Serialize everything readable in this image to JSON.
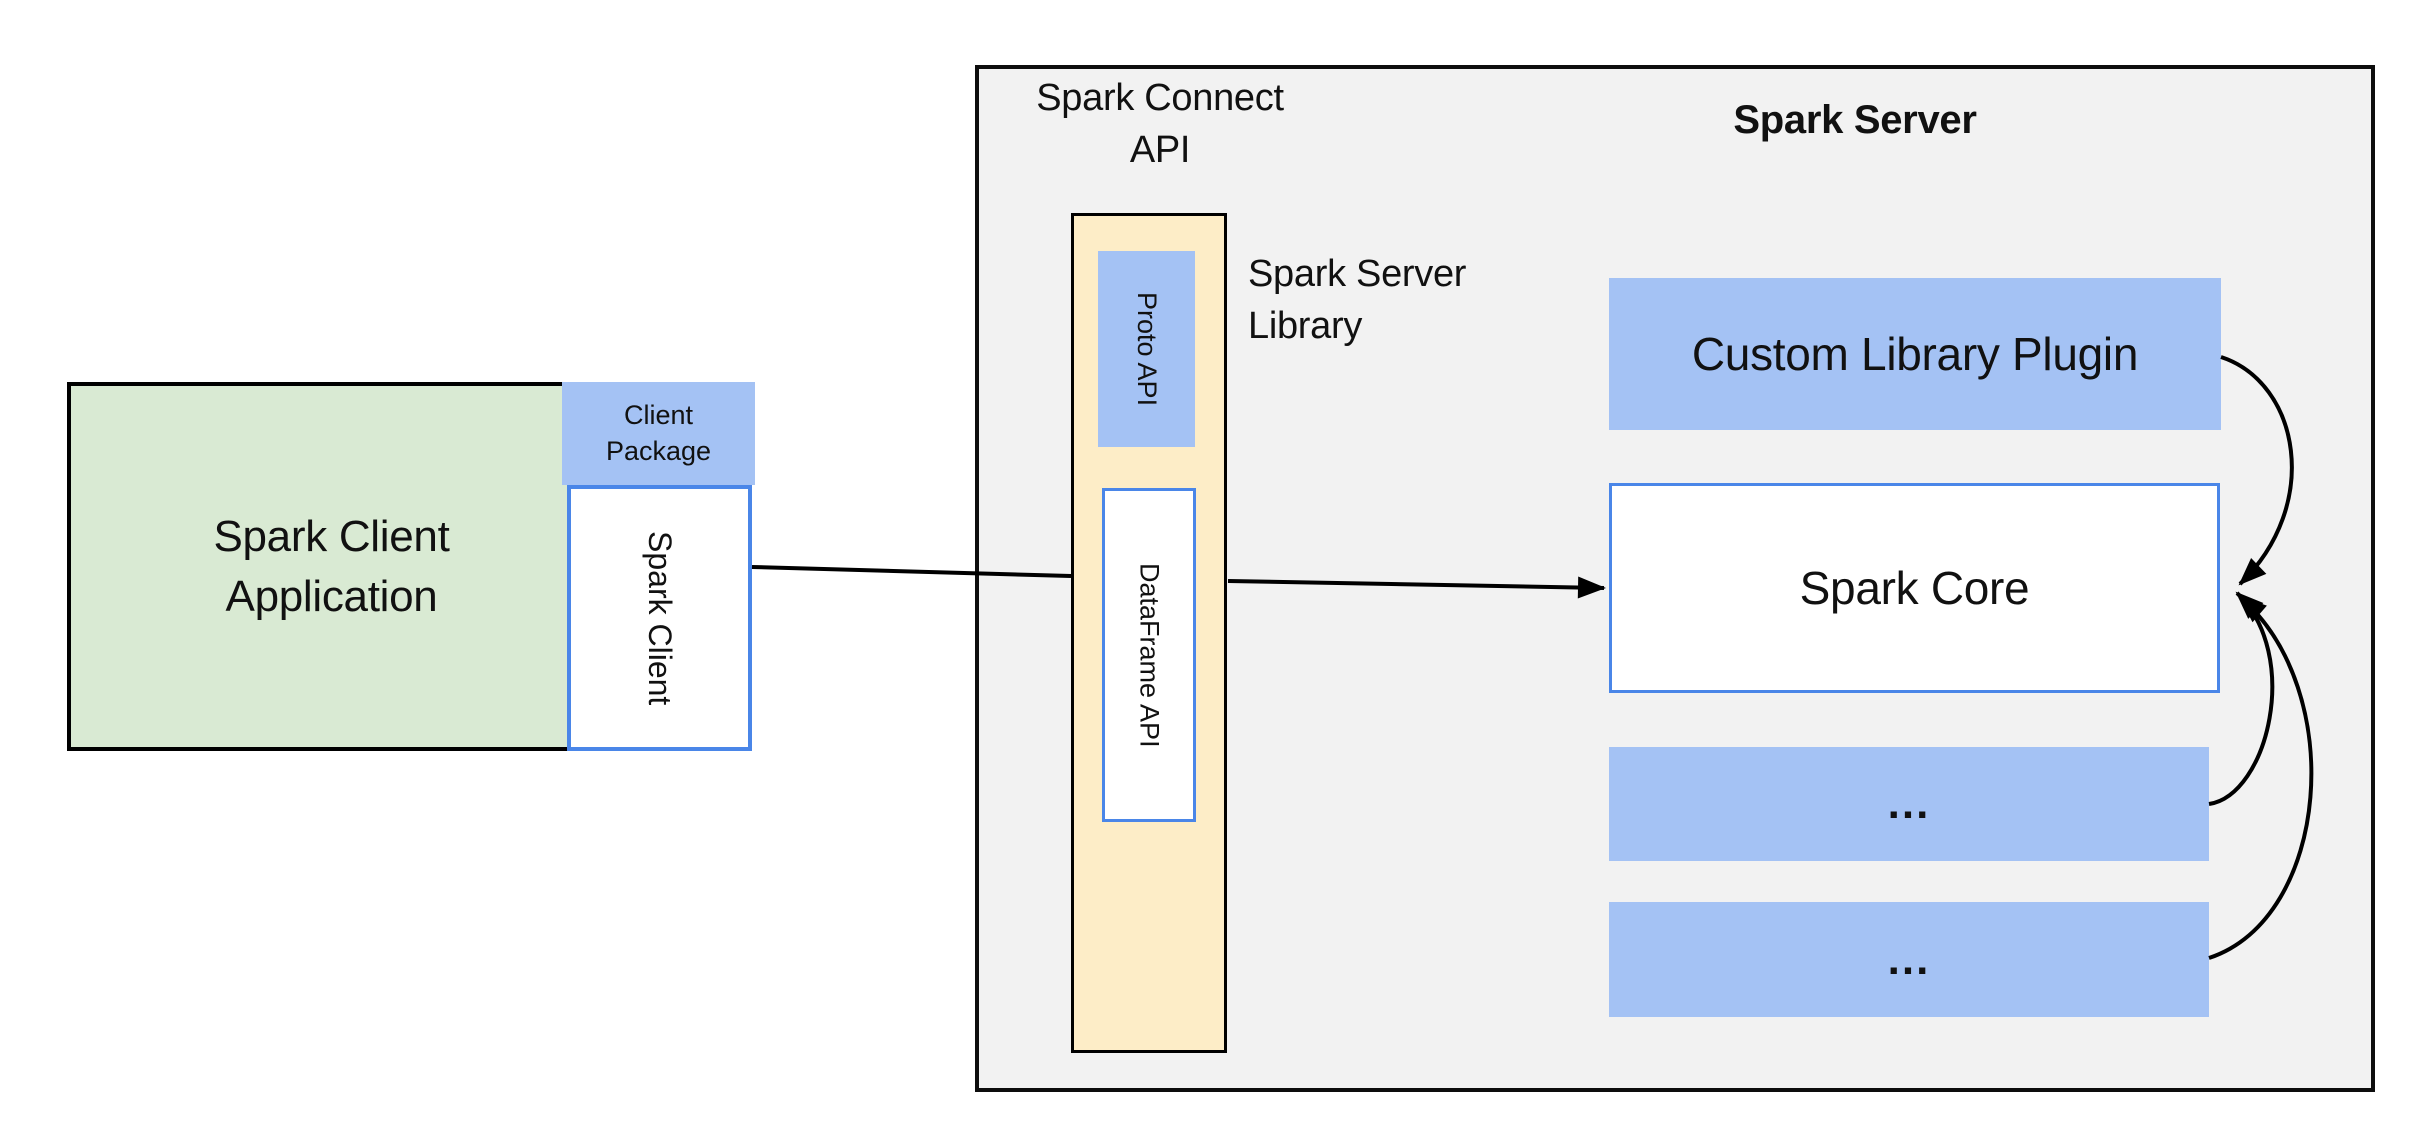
{
  "nodes": {
    "spark_client_app": "Spark Client Application",
    "client_package": "Client Package",
    "spark_client": "Spark Client",
    "spark_connect_api": "Spark Connect API",
    "proto_api": "Proto API",
    "dataframe_api": "DataFrame API",
    "spark_server_library": "Spark Server Library",
    "spark_server": "Spark Server",
    "custom_library_plugin": "Custom Library Plugin",
    "spark_core": "Spark Core",
    "ellipsis_top": "...",
    "ellipsis_bottom": "..."
  },
  "colors": {
    "canvas_bg": "#ffffff",
    "container_fill": "#f2f2f2",
    "container_border": "#0d0d0d",
    "green_fill": "#d9ead3",
    "blue_fill": "#a4c2f4",
    "cream_fill": "#fdedc7",
    "blue_border": "#4a86e8",
    "line_color": "#000000",
    "text_color": "#111111"
  }
}
